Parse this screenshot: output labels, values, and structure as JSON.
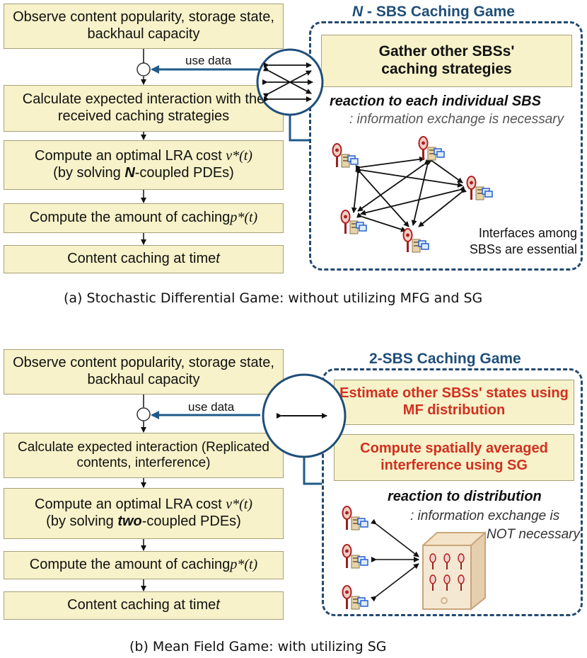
{
  "panel_a": {
    "flow": {
      "step1": "Observe content popularity, storage state, backhaul capacity",
      "use_data": "use data",
      "step2": "Calculate expected interaction with the received caching strategies",
      "step3_pre": "Compute an optimal LRA cost ",
      "step3_var": "v*(t)",
      "step3_b_pre": "(by solving ",
      "step3_b_bold": "N",
      "step3_b_post": "-coupled PDEs)",
      "step4_pre": "Compute the amount of caching ",
      "step4_var": "p*(t)",
      "step5_pre": "Content caching at time ",
      "step5_var": "t"
    },
    "game": {
      "title_var": "N",
      "title_rest": " - SBS Caching Game",
      "box": "Gather other SBSs' caching strategies",
      "reaction": "reaction to each individual SBS",
      "info": ": information exchange is necessary",
      "interfaces": "Interfaces among SBSs are essential"
    },
    "caption": "(a) Stochastic Differential Game: without utilizing MFG and SG"
  },
  "panel_b": {
    "flow": {
      "step1": "Observe content popularity, storage state, backhaul capacity",
      "use_data": "use data",
      "step2": "Calculate expected interaction (Replicated contents, interference)",
      "step3_pre": "Compute an optimal LRA cost ",
      "step3_var": "v*(t)",
      "step3_b_pre": "(by solving ",
      "step3_b_bold": "two",
      "step3_b_post": "-coupled PDEs)",
      "step4_pre": "Compute the amount of caching ",
      "step4_var": "p*(t)",
      "step5_pre": "Content caching at time ",
      "step5_var": "t"
    },
    "game": {
      "title": "2-SBS Caching Game",
      "box1": "Estimate other SBSs' states using MF distribution",
      "box2": "Compute spatially averaged interference using SG",
      "reaction": "reaction to distribution",
      "info1": ": information exchange is",
      "info2": "NOT necessary"
    },
    "caption": "(b) Mean Field Game: with utilizing SG"
  },
  "colors": {
    "box_fill": "#f7f2c9",
    "dashed_border": "#234a6f",
    "title_blue": "#1f4e79",
    "red_text": "#d13020",
    "arrow_blue": "#1f5a8a"
  }
}
